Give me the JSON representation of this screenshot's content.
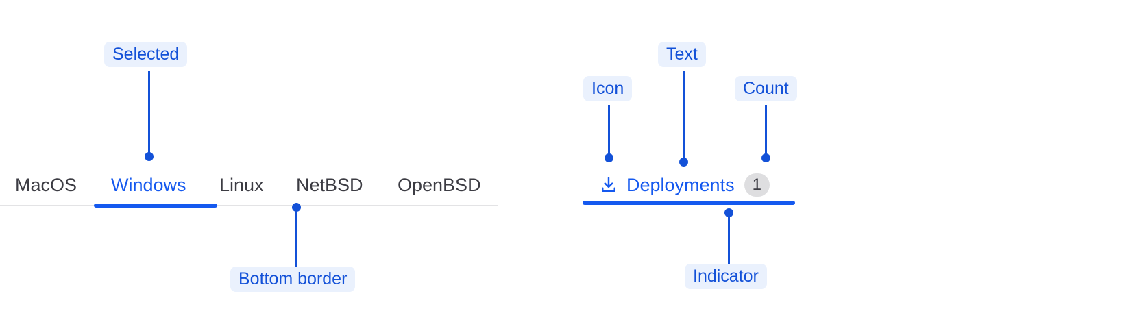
{
  "left_group": {
    "name": "os-tabs",
    "tabs": [
      {
        "label": "MacOS",
        "selected": false
      },
      {
        "label": "Windows",
        "selected": true
      },
      {
        "label": "Linux",
        "selected": false
      },
      {
        "label": "NetBSD",
        "selected": false
      },
      {
        "label": "OpenBSD",
        "selected": false
      }
    ]
  },
  "right_group": {
    "name": "deployments-tab",
    "icon": "download-icon",
    "label": "Deployments",
    "count": "1"
  },
  "callouts": [
    {
      "id": "selected",
      "label": "Selected"
    },
    {
      "id": "bottom-border",
      "label": "Bottom border"
    },
    {
      "id": "icon",
      "label": "Icon"
    },
    {
      "id": "text",
      "label": "Text"
    },
    {
      "id": "count",
      "label": "Count"
    },
    {
      "id": "indicator",
      "label": "Indicator"
    }
  ],
  "colors": {
    "accent_blue": "#1559ef",
    "callout_blue": "#1351d8",
    "callout_bg": "#eaf1fd",
    "text_dark": "#3c3c43",
    "divider_gray": "#e3e3e5",
    "badge_gray": "#dedee0"
  }
}
